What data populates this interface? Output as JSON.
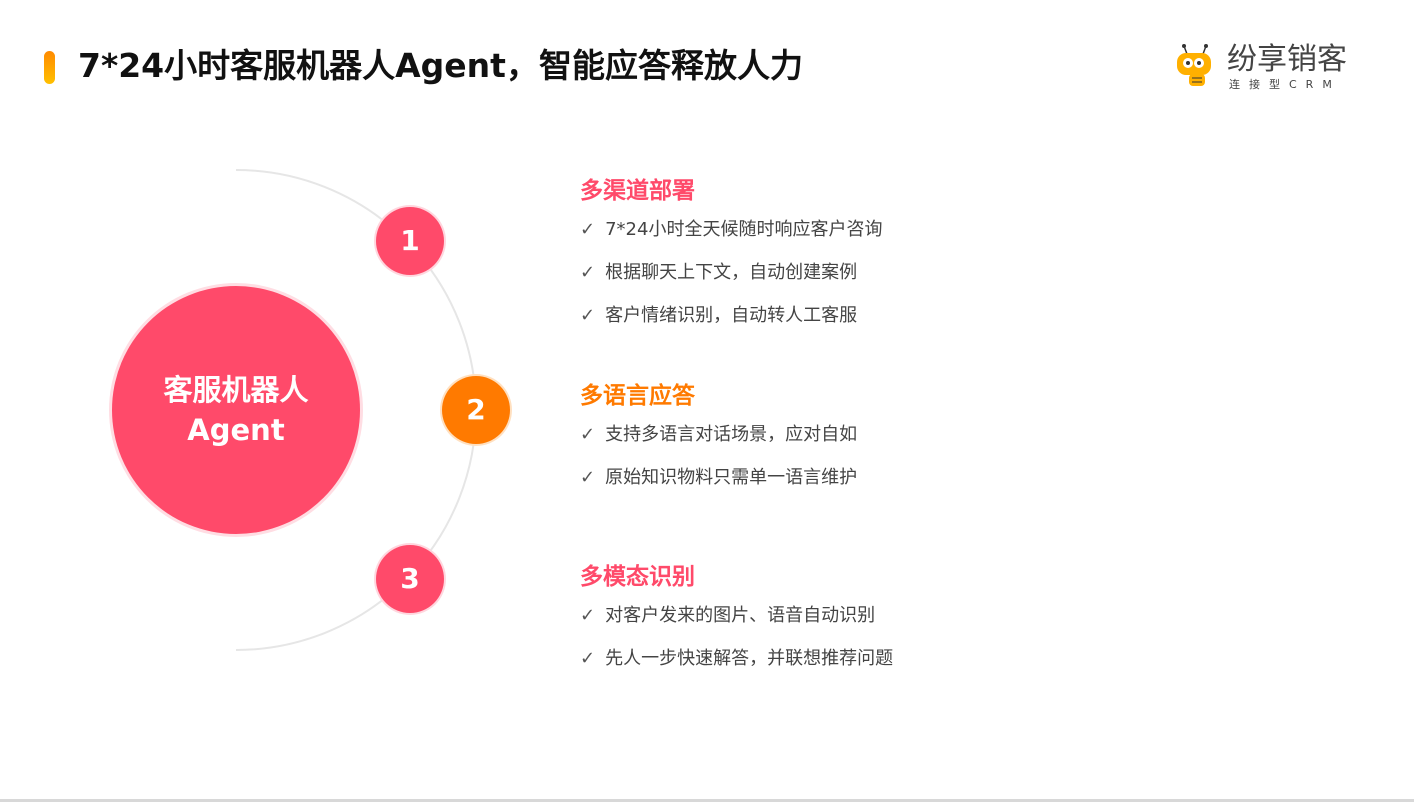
{
  "title": "7*24小时客服机器人Agent，智能应答释放人力",
  "logo": {
    "name": "纷享销客",
    "subtitle": "连接型CRM"
  },
  "center": {
    "line1": "客服机器人",
    "line2": "Agent"
  },
  "colors": {
    "pink": "#ff4a6a",
    "orange": "#ff7a00"
  },
  "sections": [
    {
      "number": "1",
      "heading": "多渠道部署",
      "items": [
        "7*24小时全天候随时响应客户咨询",
        "根据聊天上下文，自动创建案例",
        "客户情绪识别，自动转人工客服"
      ]
    },
    {
      "number": "2",
      "heading": "多语言应答",
      "items": [
        "支持多语言对话场景，应对自如",
        "原始知识物料只需单一语言维护"
      ]
    },
    {
      "number": "3",
      "heading": "多模态识别",
      "items": [
        "对客户发来的图片、语音自动识别",
        "先人一步快速解答，并联想推荐问题"
      ]
    }
  ],
  "check": "✓"
}
